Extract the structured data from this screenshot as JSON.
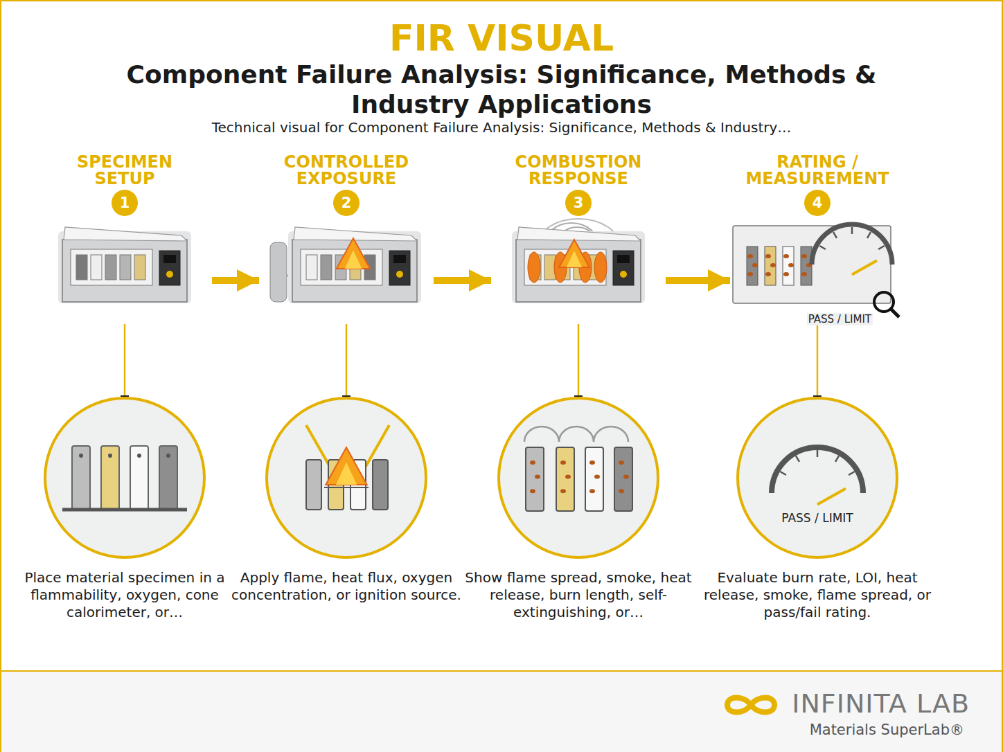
{
  "diagram": {
    "title": "FIR VISUAL",
    "nodes": [
      {
        "text": [
          "SPECIMEN SETUP"
        ]
      },
      {
        "text": [
          "CONTROLLED EXPOSURE"
        ]
      },
      {
        "text": [
          "COMBUSTION RESPONSE"
        ]
      },
      {
        "text": [
          "RATING / MEASUREMENT",
          "PASS / LIMIT"
        ]
      },
      {
        "text": [
          "Place material specimen in a flammability, oxygen, cone calorimeter, or…"
        ]
      },
      {
        "text": [
          "Apply flame, heat flux, oxygen concentration, or ignition source."
        ]
      },
      {
        "text": [
          "Show flame spread, smoke, heat release, burn length, self-extinguishing, or…"
        ]
      },
      {
        "text": [
          "PASS / LIMIT",
          "Evaluate burn rate, LOI, heat release, smoke, flame spread, or pass/fail rating."
        ]
      }
    ],
    "edges": [
      {
        "from": 0,
        "to": 1,
        "arrow": "to"
      },
      {
        "from": 1,
        "to": 2,
        "arrow": "to"
      },
      {
        "from": 2,
        "to": 3,
        "arrow": "to"
      },
      {
        "from": 0,
        "to": 4,
        "arrow": "none"
      },
      {
        "from": 1,
        "to": 5,
        "arrow": "none"
      },
      {
        "from": 2,
        "to": 6,
        "arrow": "none"
      },
      {
        "from": 3,
        "to": 7,
        "arrow": "none"
      }
    ],
    "labels": [
      "Component Failure Analysis: Significance, Methods & Industry Applications",
      "Technical visual for Component Failure Analysis: Significance, Methods & Industry…",
      "1",
      "2",
      "3",
      "4",
      "INFINITA LAB",
      "Materials SuperLab®"
    ]
  }
}
